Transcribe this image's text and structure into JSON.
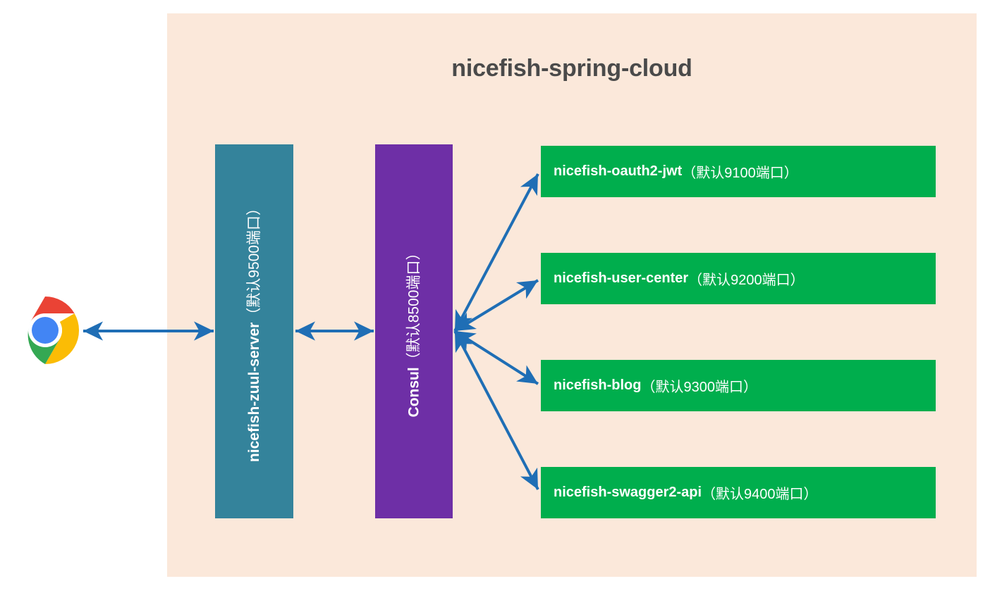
{
  "diagram": {
    "title": "nicefish-spring-cloud",
    "panel_color": "#fbe8da",
    "title_color": "#4a4a4a"
  },
  "client": {
    "icon": "chrome-logo-icon",
    "name": "Chrome",
    "colors": {
      "red": "#EA4335",
      "yellow": "#FBBC05",
      "green": "#34A853",
      "blue": "#4285F4",
      "white": "#FFFFFF"
    }
  },
  "gateway": {
    "latin": "nicefish-zuul-server",
    "cjk": "（默认9500端口）",
    "color": "#34839b",
    "port": "9500"
  },
  "registry": {
    "latin": "Consul",
    "cjk": "（默认8500端口）",
    "color": "#6e2fa6",
    "port": "8500"
  },
  "services": [
    {
      "latin": "nicefish-oauth2-jwt",
      "cjk": "（默认9100端口）",
      "port": "9100",
      "color": "#00ae4d"
    },
    {
      "latin": "nicefish-user-center",
      "cjk": "（默认9200端口）",
      "port": "9200",
      "color": "#00ae4d"
    },
    {
      "latin": "nicefish-blog",
      "cjk": "（默认9300端口）",
      "port": "9300",
      "color": "#00ae4d"
    },
    {
      "latin": "nicefish-swagger2-api",
      "cjk": "（默认9400端口）",
      "port": "9400",
      "color": "#00ae4d"
    }
  ],
  "connectors": {
    "color": "#1f6eb5",
    "style": "double-headed-arrow",
    "links": [
      {
        "from": "Chrome",
        "to": "nicefish-zuul-server"
      },
      {
        "from": "nicefish-zuul-server",
        "to": "Consul"
      },
      {
        "from": "Consul",
        "to": "nicefish-oauth2-jwt"
      },
      {
        "from": "Consul",
        "to": "nicefish-user-center"
      },
      {
        "from": "Consul",
        "to": "nicefish-blog"
      },
      {
        "from": "Consul",
        "to": "nicefish-swagger2-api"
      }
    ]
  }
}
